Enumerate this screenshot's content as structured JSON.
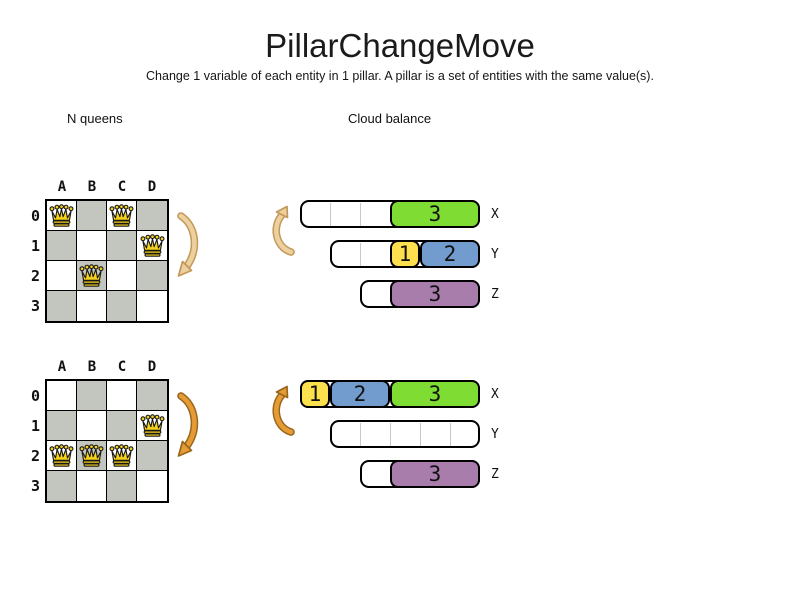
{
  "title": "PillarChangeMove",
  "subtitle": "Change 1 variable of each entity in 1 pillar. A pillar is a set of entities with the same value(s).",
  "sections": {
    "left_label": "N queens",
    "right_label": "Cloud balance"
  },
  "colors": {
    "board_gray": "#c3c6bf",
    "queen_gold": "#f6d21b",
    "block_green": "#7edc32",
    "block_yellow": "#fce04e",
    "block_blue": "#729bce",
    "block_purple": "#a87cab",
    "bar_divider": "#c9c9c9",
    "arrow_light_fill": "#ecd09d",
    "arrow_light_stroke": "#c3985a",
    "arrow_dark_fill": "#e59c35",
    "arrow_dark_stroke": "#9a661e"
  },
  "boards": [
    {
      "name": "nqueens-before",
      "cols": [
        "A",
        "B",
        "C",
        "D"
      ],
      "rows": [
        "0",
        "1",
        "2",
        "3"
      ],
      "queens": [
        "A0",
        "C0",
        "D1",
        "B2"
      ]
    },
    {
      "name": "nqueens-after",
      "cols": [
        "A",
        "B",
        "C",
        "D"
      ],
      "rows": [
        "0",
        "1",
        "2",
        "3"
      ],
      "queens": [
        "D1",
        "A2",
        "B2",
        "C2"
      ]
    }
  ],
  "bar_groups": [
    {
      "name": "cloud-before",
      "bars": [
        {
          "label": "X",
          "cells": 6,
          "segments": [
            {
              "empty": 3
            },
            {
              "value": "3",
              "color": "block_green",
              "cells": 3
            }
          ]
        },
        {
          "label": "Y",
          "cells": 5,
          "segments": [
            {
              "empty": 2
            },
            {
              "value": "1",
              "color": "block_yellow",
              "cells": 1
            },
            {
              "value": "2",
              "color": "block_blue",
              "cells": 2
            }
          ]
        },
        {
          "label": "Z",
          "cells": 4,
          "segments": [
            {
              "empty": 1
            },
            {
              "value": "3",
              "color": "block_purple",
              "cells": 3
            }
          ]
        }
      ]
    },
    {
      "name": "cloud-after",
      "bars": [
        {
          "label": "X",
          "cells": 6,
          "segments": [
            {
              "value": "1",
              "color": "block_yellow",
              "cells": 1
            },
            {
              "value": "2",
              "color": "block_blue",
              "cells": 2
            },
            {
              "value": "3",
              "color": "block_green",
              "cells": 3
            }
          ]
        },
        {
          "label": "Y",
          "cells": 5,
          "segments": [
            {
              "empty": 5
            }
          ]
        },
        {
          "label": "Z",
          "cells": 4,
          "segments": [
            {
              "empty": 1
            },
            {
              "value": "3",
              "color": "block_purple",
              "cells": 3
            }
          ]
        }
      ]
    }
  ],
  "arrows": [
    {
      "name": "board-move-arrow-top",
      "kind": "down",
      "tone": "light"
    },
    {
      "name": "board-move-arrow-bottom",
      "kind": "down",
      "tone": "dark"
    },
    {
      "name": "bars-move-arrow-top",
      "kind": "up",
      "tone": "light"
    },
    {
      "name": "bars-move-arrow-bottom",
      "kind": "up",
      "tone": "dark"
    }
  ]
}
